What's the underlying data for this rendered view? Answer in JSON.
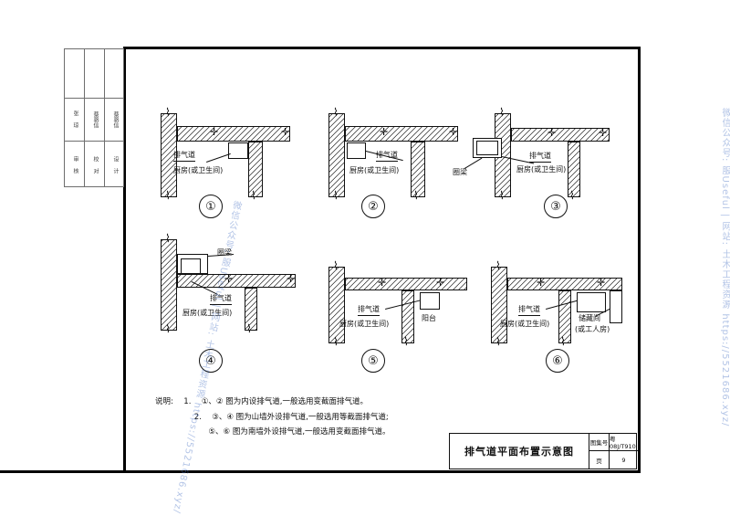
{
  "sheet": {
    "title_block": {
      "title": "排气道平面布置示意图",
      "atlas_no_label": "图集号",
      "atlas_no_value": "粤08J/T910",
      "page_label": "页",
      "page_value": "9"
    },
    "stub_table": {
      "cells": [
        "审 核",
        "校 对",
        "设 计",
        "张 琼",
        "蔡骆信",
        "蔡骆信"
      ]
    },
    "notes": {
      "label": "说明:",
      "items": [
        {
          "no": "1.",
          "text": "①、② 图为内设排气道,一般选用变截面排气道。"
        },
        {
          "no": "2.",
          "text": "③、④ 图为山墙外设排气道,一般选用等截面排气道;"
        },
        {
          "no": "",
          "text": "⑤、⑥ 图为南墙外设排气道,一般选用变截面排气道。"
        }
      ]
    },
    "details": [
      {
        "number": "①",
        "labels": [
          {
            "text": "排气道"
          },
          {
            "text": "厨房(或卫生间)"
          }
        ]
      },
      {
        "number": "②",
        "labels": [
          {
            "text": "排气道"
          },
          {
            "text": "厨房(或卫生间)"
          }
        ]
      },
      {
        "number": "③",
        "labels": [
          {
            "text": "排气道"
          },
          {
            "text": "厨房(或卫生间)"
          },
          {
            "text": "圈梁"
          }
        ]
      },
      {
        "number": "④",
        "labels": [
          {
            "text": "圈梁"
          },
          {
            "text": "排气道"
          },
          {
            "text": "厨房(或卫生间)"
          }
        ]
      },
      {
        "number": "⑤",
        "labels": [
          {
            "text": "排气道"
          },
          {
            "text": "厨房(或卫生间)"
          },
          {
            "text": "阳台"
          }
        ]
      },
      {
        "number": "⑥",
        "labels": [
          {
            "text": "排气道"
          },
          {
            "text": "厨房(或卫生间)"
          },
          {
            "text": "储藏间"
          },
          {
            "text": "(或工人房)"
          }
        ]
      }
    ],
    "watermark": {
      "text": "微信公众号: 服Useful  |  网站: 土木工程资源 https://5521686.xyz/"
    },
    "colors": {
      "ink": "#111111",
      "watermark": "#4a73c4",
      "rule": "#6e6e6e"
    }
  }
}
